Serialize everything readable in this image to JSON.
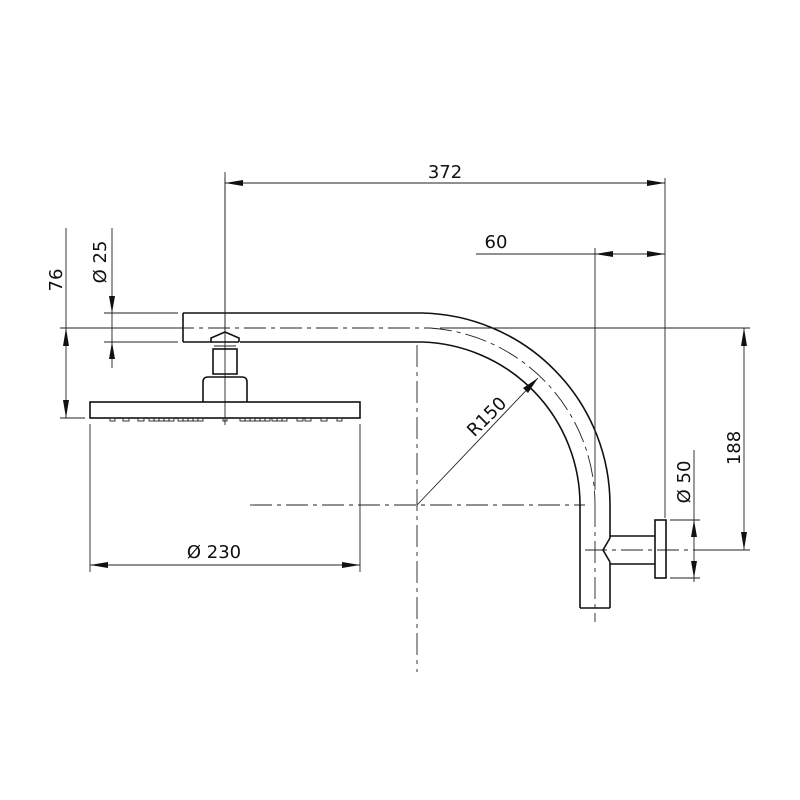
{
  "drawing": {
    "title": "Shower arm with overhead shower rose — dimensional drawing",
    "units": "mm"
  },
  "dimensions": {
    "overall_projection": "372",
    "wall_offset": "60",
    "arm_drop": "76",
    "arm_diameter": "Ø25",
    "bend_radius": "R150",
    "wall_flange_diameter": "Ø50",
    "height_to_wall_outlet": "188",
    "rose_diameter": "Ø230"
  },
  "labels": {
    "dim_372": "372",
    "dim_60": "60",
    "dim_76": "76",
    "dim_d25": "Ø 25",
    "dim_r150": "R150",
    "dim_d50": "Ø 50",
    "dim_188": "188",
    "dim_d230": "Ø 230"
  },
  "components": [
    {
      "name": "shower-rose",
      "description": "Round overhead shower head"
    },
    {
      "name": "swivel-joint",
      "description": "Ball joint connector"
    },
    {
      "name": "shower-arm",
      "description": "Curved arm with R150 bend"
    },
    {
      "name": "wall-flange",
      "description": "Wall mounting flange"
    }
  ],
  "colors": {
    "line": "#111111",
    "background": "#ffffff"
  }
}
